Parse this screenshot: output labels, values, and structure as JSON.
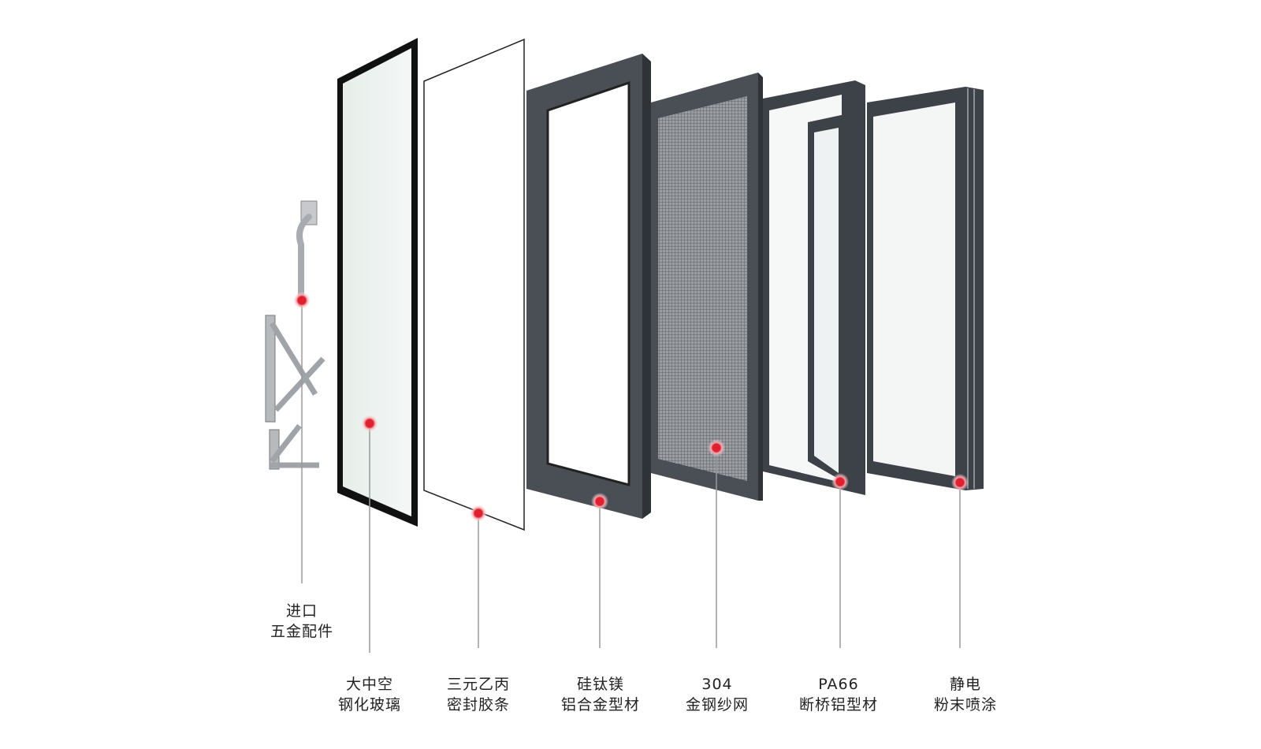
{
  "components": [
    {
      "id": "hardware",
      "line1": "进口",
      "line2": "五金配件"
    },
    {
      "id": "glass",
      "line1": "大中空",
      "line2": "钢化玻璃"
    },
    {
      "id": "gasket",
      "line1": "三元乙丙",
      "line2": "密封胶条"
    },
    {
      "id": "alloy",
      "line1": "硅钛镁",
      "line2": "铝合金型材"
    },
    {
      "id": "mesh",
      "line1": "304",
      "line2": "金钢纱网"
    },
    {
      "id": "thermal-break",
      "line1": "PA66",
      "line2": "断桥铝型材"
    },
    {
      "id": "coating",
      "line1": "静电",
      "line2": "粉末喷涂"
    }
  ],
  "colors": {
    "marker": "#e0202e",
    "frame": "#4a4f56",
    "line": "#9a9a9a"
  }
}
